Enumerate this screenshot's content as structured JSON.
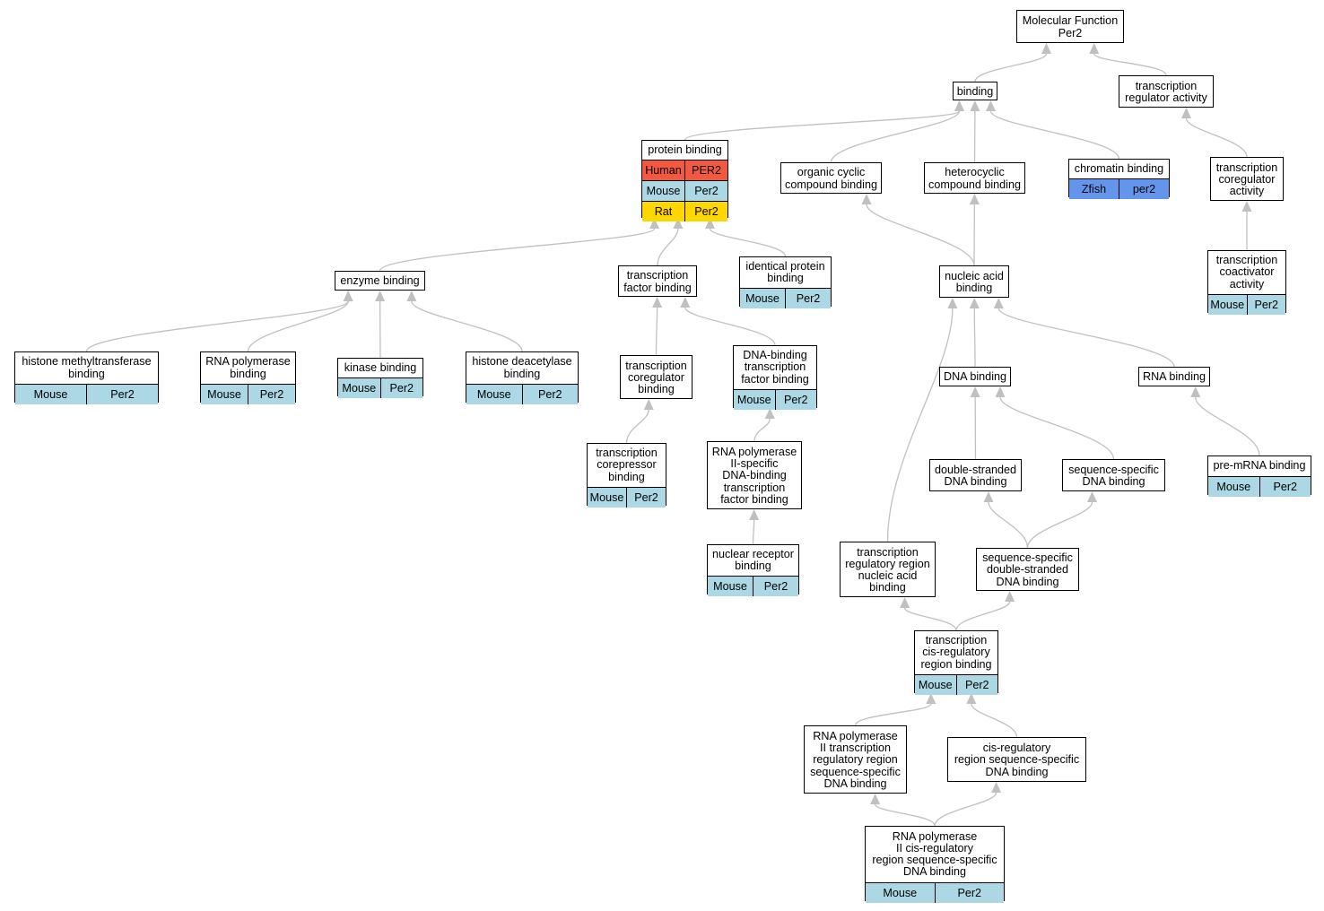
{
  "colors": {
    "edge": "#c0c0c0",
    "Human": "#f4583f",
    "Mouse": "#acd8e6",
    "Rat": "#ffd700",
    "Zfish": "#6495ed"
  },
  "nodes": [
    {
      "id": "molecular-function",
      "label": "Molecular Function\nPer2",
      "annotations": []
    },
    {
      "id": "binding",
      "label": "binding",
      "annotations": []
    },
    {
      "id": "transcription-regulator-activity",
      "label": "transcription\nregulator activity",
      "annotations": []
    },
    {
      "id": "protein-binding",
      "label": "protein binding",
      "annotations": [
        [
          "Human",
          "PER2"
        ],
        [
          "Mouse",
          "Per2"
        ],
        [
          "Rat",
          "Per2"
        ]
      ]
    },
    {
      "id": "organic-cyclic-compound-binding",
      "label": "organic cyclic\ncompound binding",
      "annotations": []
    },
    {
      "id": "heterocyclic-compound-binding",
      "label": "heterocyclic\ncompound binding",
      "annotations": []
    },
    {
      "id": "chromatin-binding",
      "label": "chromatin binding",
      "annotations": [
        [
          "Zfish",
          "per2"
        ]
      ]
    },
    {
      "id": "transcription-coregulator-activity",
      "label": "transcription\ncoregulator\nactivity",
      "annotations": []
    },
    {
      "id": "transcription-coactivator-activity",
      "label": "transcription\ncoactivator\nactivity",
      "annotations": [
        [
          "Mouse",
          "Per2"
        ]
      ]
    },
    {
      "id": "enzyme-binding",
      "label": "enzyme binding",
      "annotations": []
    },
    {
      "id": "transcription-factor-binding",
      "label": "transcription\nfactor binding",
      "annotations": []
    },
    {
      "id": "identical-protein-binding",
      "label": "identical protein\nbinding",
      "annotations": [
        [
          "Mouse",
          "Per2"
        ]
      ]
    },
    {
      "id": "nucleic-acid-binding",
      "label": "nucleic acid\nbinding",
      "annotations": []
    },
    {
      "id": "histone-methyltransferase-binding",
      "label": "histone methyltransferase\nbinding",
      "annotations": [
        [
          "Mouse",
          "Per2"
        ]
      ]
    },
    {
      "id": "rna-polymerase-binding",
      "label": "RNA polymerase\nbinding",
      "annotations": [
        [
          "Mouse",
          "Per2"
        ]
      ]
    },
    {
      "id": "kinase-binding",
      "label": "kinase binding",
      "annotations": [
        [
          "Mouse",
          "Per2"
        ]
      ]
    },
    {
      "id": "histone-deacetylase-binding",
      "label": "histone deacetylase\nbinding",
      "annotations": [
        [
          "Mouse",
          "Per2"
        ]
      ]
    },
    {
      "id": "transcription-coregulator-binding",
      "label": "transcription\ncoregulator\nbinding",
      "annotations": []
    },
    {
      "id": "dna-binding-transcription-factor-binding",
      "label": "DNA-binding\ntranscription\nfactor binding",
      "annotations": [
        [
          "Mouse",
          "Per2"
        ]
      ]
    },
    {
      "id": "dna-binding",
      "label": "DNA binding",
      "annotations": []
    },
    {
      "id": "rna-binding",
      "label": "RNA binding",
      "annotations": []
    },
    {
      "id": "transcription-corepressor-binding",
      "label": "transcription\ncorepressor\nbinding",
      "annotations": [
        [
          "Mouse",
          "Per2"
        ]
      ]
    },
    {
      "id": "rna-pol-ii-dna-binding-tf-binding",
      "label": "RNA polymerase\nII-specific\nDNA-binding\ntranscription\nfactor binding",
      "annotations": []
    },
    {
      "id": "double-stranded-dna-binding",
      "label": "double-stranded\nDNA binding",
      "annotations": []
    },
    {
      "id": "sequence-specific-dna-binding",
      "label": "sequence-specific\nDNA binding",
      "annotations": []
    },
    {
      "id": "pre-mrna-binding",
      "label": "pre-mRNA binding",
      "annotations": [
        [
          "Mouse",
          "Per2"
        ]
      ]
    },
    {
      "id": "nuclear-receptor-binding",
      "label": "nuclear receptor\nbinding",
      "annotations": [
        [
          "Mouse",
          "Per2"
        ]
      ]
    },
    {
      "id": "transcription-regulatory-region-nucleic-acid-binding",
      "label": "transcription\nregulatory region\nnucleic acid\nbinding",
      "annotations": []
    },
    {
      "id": "sequence-specific-ds-dna-binding",
      "label": "sequence-specific\ndouble-stranded\nDNA binding",
      "annotations": []
    },
    {
      "id": "transcription-cis-regulatory-region-binding",
      "label": "transcription\ncis-regulatory\nregion binding",
      "annotations": [
        [
          "Mouse",
          "Per2"
        ]
      ]
    },
    {
      "id": "rna-pol-ii-transcription-regulatory-region-ss-dna-binding",
      "label": "RNA polymerase\nII transcription\nregulatory region\nsequence-specific\nDNA binding",
      "annotations": []
    },
    {
      "id": "cis-regulatory-region-ss-dna-binding",
      "label": "cis-regulatory\nregion sequence-specific\nDNA binding",
      "annotations": []
    },
    {
      "id": "rna-pol-ii-cis-regulatory-region-ss-dna-binding",
      "label": "RNA polymerase\nII cis-regulatory\nregion sequence-specific\nDNA binding",
      "annotations": [
        [
          "Mouse",
          "Per2"
        ]
      ]
    }
  ],
  "edges": [
    [
      "binding",
      "molecular-function"
    ],
    [
      "transcription-regulator-activity",
      "molecular-function"
    ],
    [
      "protein-binding",
      "binding"
    ],
    [
      "organic-cyclic-compound-binding",
      "binding"
    ],
    [
      "heterocyclic-compound-binding",
      "binding"
    ],
    [
      "chromatin-binding",
      "binding"
    ],
    [
      "transcription-coregulator-activity",
      "transcription-regulator-activity"
    ],
    [
      "transcription-coactivator-activity",
      "transcription-coregulator-activity"
    ],
    [
      "enzyme-binding",
      "protein-binding"
    ],
    [
      "transcription-factor-binding",
      "protein-binding"
    ],
    [
      "identical-protein-binding",
      "protein-binding"
    ],
    [
      "nucleic-acid-binding",
      "organic-cyclic-compound-binding"
    ],
    [
      "nucleic-acid-binding",
      "heterocyclic-compound-binding"
    ],
    [
      "histone-methyltransferase-binding",
      "enzyme-binding"
    ],
    [
      "rna-polymerase-binding",
      "enzyme-binding"
    ],
    [
      "kinase-binding",
      "enzyme-binding"
    ],
    [
      "histone-deacetylase-binding",
      "enzyme-binding"
    ],
    [
      "transcription-coregulator-binding",
      "transcription-factor-binding"
    ],
    [
      "dna-binding-transcription-factor-binding",
      "transcription-factor-binding"
    ],
    [
      "dna-binding",
      "nucleic-acid-binding"
    ],
    [
      "rna-binding",
      "nucleic-acid-binding"
    ],
    [
      "transcription-regulatory-region-nucleic-acid-binding",
      "nucleic-acid-binding"
    ],
    [
      "transcription-corepressor-binding",
      "transcription-coregulator-binding"
    ],
    [
      "rna-pol-ii-dna-binding-tf-binding",
      "dna-binding-transcription-factor-binding"
    ],
    [
      "double-stranded-dna-binding",
      "dna-binding"
    ],
    [
      "sequence-specific-dna-binding",
      "dna-binding"
    ],
    [
      "pre-mrna-binding",
      "rna-binding"
    ],
    [
      "nuclear-receptor-binding",
      "rna-pol-ii-dna-binding-tf-binding"
    ],
    [
      "sequence-specific-ds-dna-binding",
      "double-stranded-dna-binding"
    ],
    [
      "sequence-specific-ds-dna-binding",
      "sequence-specific-dna-binding"
    ],
    [
      "transcription-cis-regulatory-region-binding",
      "transcription-regulatory-region-nucleic-acid-binding"
    ],
    [
      "transcription-cis-regulatory-region-binding",
      "sequence-specific-ds-dna-binding"
    ],
    [
      "rna-pol-ii-transcription-regulatory-region-ss-dna-binding",
      "transcription-cis-regulatory-region-binding"
    ],
    [
      "cis-regulatory-region-ss-dna-binding",
      "transcription-cis-regulatory-region-binding"
    ],
    [
      "rna-pol-ii-cis-regulatory-region-ss-dna-binding",
      "rna-pol-ii-transcription-regulatory-region-ss-dna-binding"
    ],
    [
      "rna-pol-ii-cis-regulatory-region-ss-dna-binding",
      "cis-regulatory-region-ss-dna-binding"
    ]
  ]
}
